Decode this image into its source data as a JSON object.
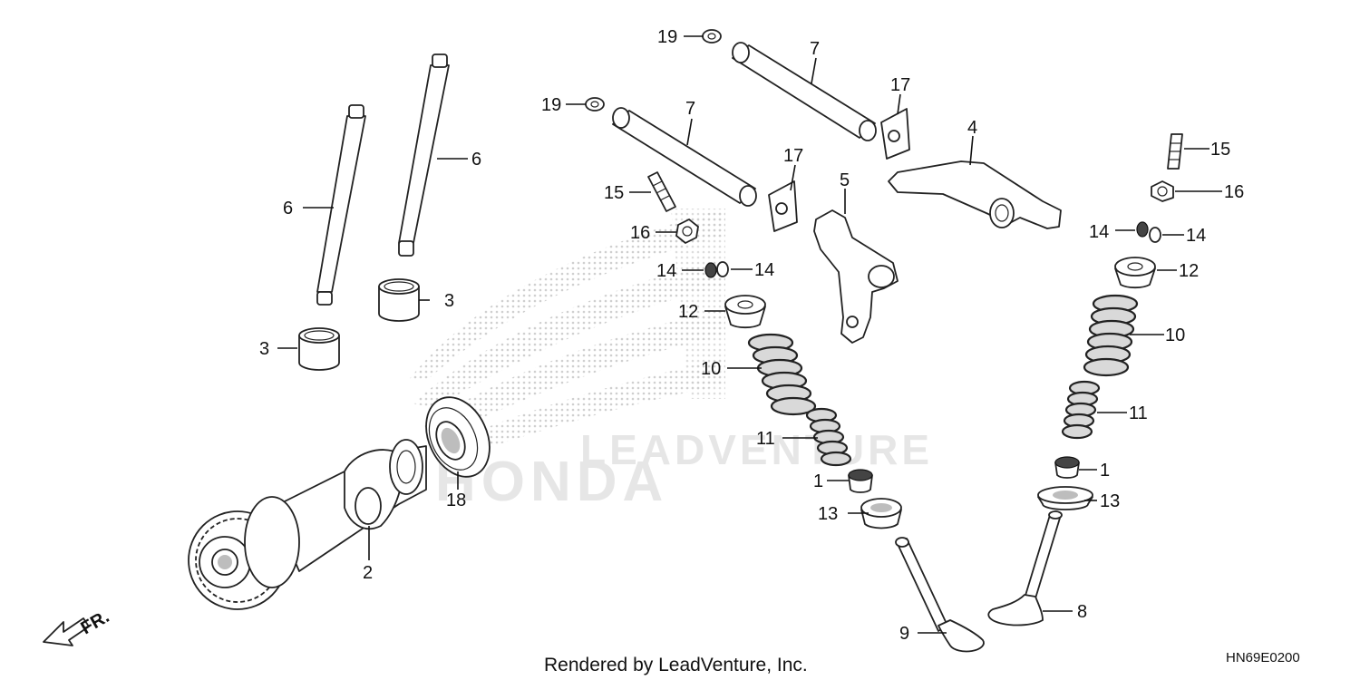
{
  "diagram": {
    "callouts": [
      {
        "key": "c1",
        "text": "19"
      },
      {
        "key": "c2",
        "text": "7"
      },
      {
        "key": "c3",
        "text": "17"
      },
      {
        "key": "c4",
        "text": "19"
      },
      {
        "key": "c5",
        "text": "7"
      },
      {
        "key": "c6",
        "text": "4"
      },
      {
        "key": "c7",
        "text": "6"
      },
      {
        "key": "c8",
        "text": "6"
      },
      {
        "key": "c9",
        "text": "15"
      },
      {
        "key": "c10",
        "text": "17"
      },
      {
        "key": "c11",
        "text": "5"
      },
      {
        "key": "c12",
        "text": "15"
      },
      {
        "key": "c13",
        "text": "16"
      },
      {
        "key": "c14",
        "text": "16"
      },
      {
        "key": "c15",
        "text": "14"
      },
      {
        "key": "c16",
        "text": "14"
      },
      {
        "key": "c17",
        "text": "14"
      },
      {
        "key": "c18",
        "text": "14"
      },
      {
        "key": "c19",
        "text": "3"
      },
      {
        "key": "c20",
        "text": "12"
      },
      {
        "key": "c21",
        "text": "12"
      },
      {
        "key": "c22",
        "text": "3"
      },
      {
        "key": "c23",
        "text": "10"
      },
      {
        "key": "c24",
        "text": "10"
      },
      {
        "key": "c25",
        "text": "11"
      },
      {
        "key": "c26",
        "text": "11"
      },
      {
        "key": "c27",
        "text": "1"
      },
      {
        "key": "c28",
        "text": "1"
      },
      {
        "key": "c29",
        "text": "13"
      },
      {
        "key": "c30",
        "text": "13"
      },
      {
        "key": "c31",
        "text": "18"
      },
      {
        "key": "c32",
        "text": "2"
      },
      {
        "key": "c33",
        "text": "8"
      },
      {
        "key": "c34",
        "text": "9"
      }
    ],
    "front_indicator": "FR.",
    "watermark": "LEADVENTURE",
    "brand_watermark": "HONDA"
  },
  "footer": {
    "credit": "Rendered by LeadVenture, Inc.",
    "diagram_code": "HN69E0200"
  }
}
